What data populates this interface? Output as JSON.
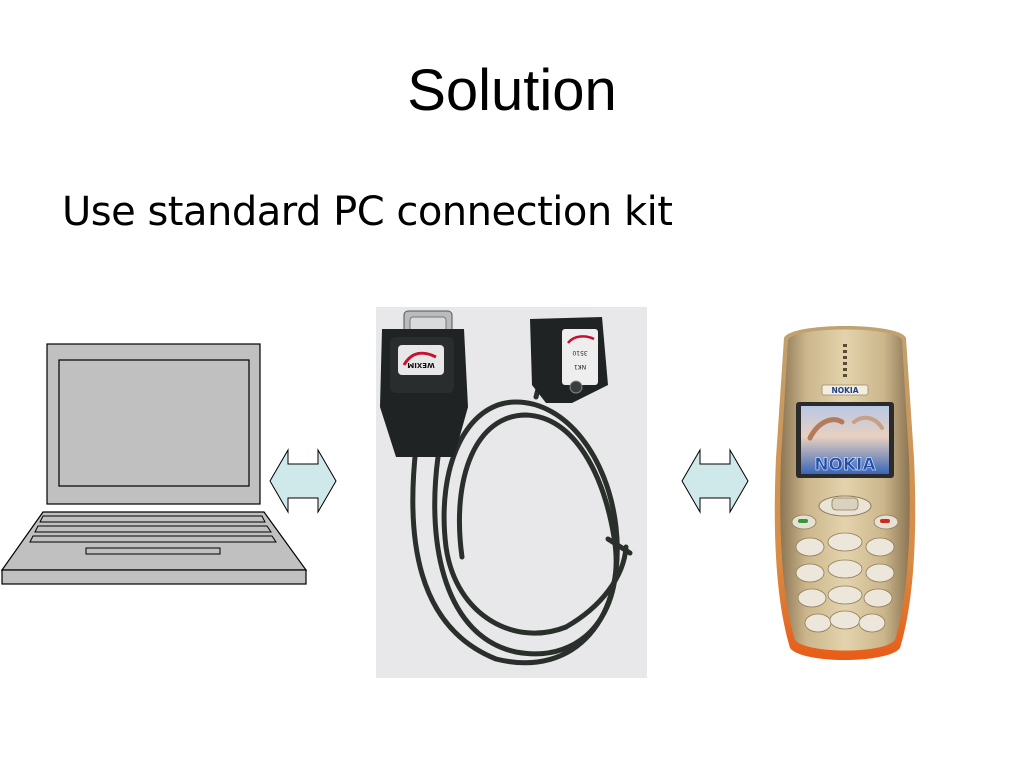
{
  "slide": {
    "title": "Solution",
    "bullet": "Use standard PC connection kit"
  },
  "figures": {
    "phone_brand": "NOKIA",
    "phone_screen_brand": "NOKIA",
    "cable_brand": "WEXIM",
    "cable_model_line1": "NK1",
    "cable_model_line2": "3510"
  },
  "colors": {
    "arrow_fill": "#cfe9ea",
    "laptop_fill": "#c0c0c0",
    "phone_body": "#c9b489",
    "cable": "#2a2f2c"
  }
}
